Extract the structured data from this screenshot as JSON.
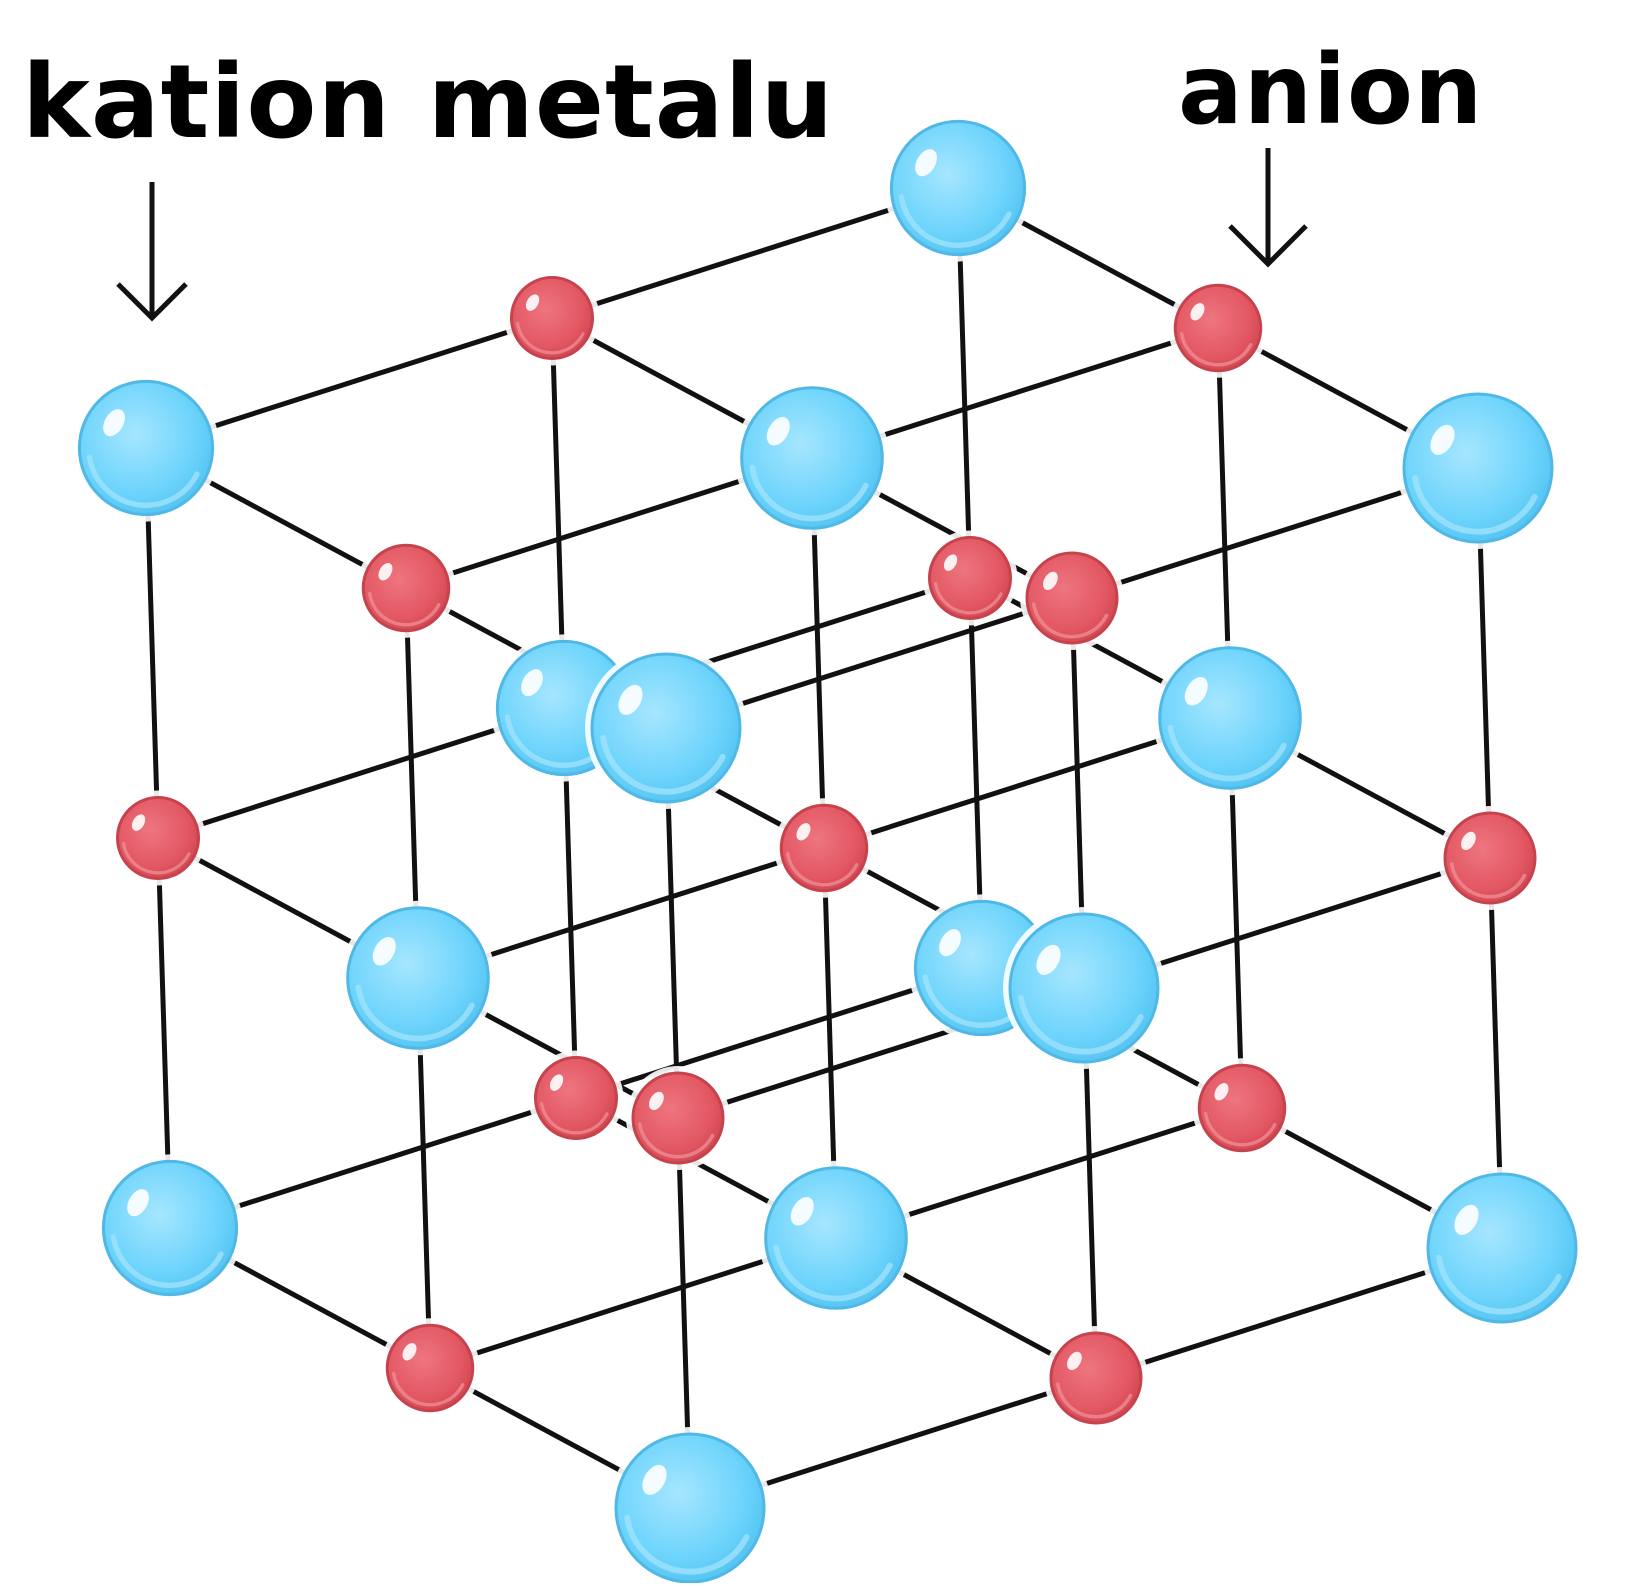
{
  "labels": {
    "cation": "kation metalu",
    "anion": "anion"
  },
  "colors": {
    "cation_fill": "#6bd3fb",
    "cation_edge": "#4fb8e6",
    "anion_fill": "#e25762",
    "anion_edge": "#c6434d",
    "bond": "#111111"
  },
  "lattice": {
    "type": "rock-salt",
    "grid": "3x3x3"
  }
}
